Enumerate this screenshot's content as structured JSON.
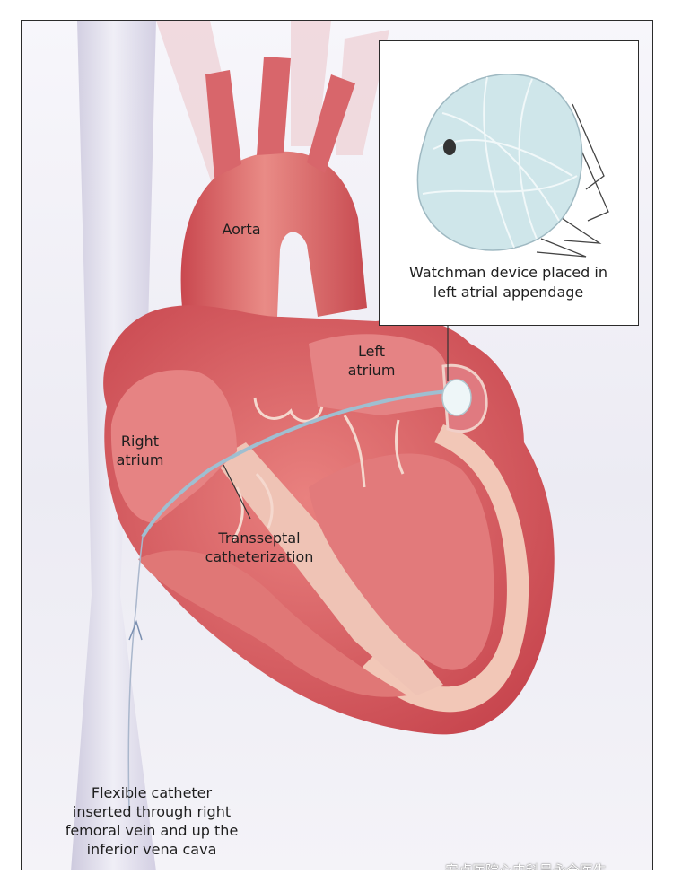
{
  "labels": {
    "aorta": "Aorta",
    "left_atrium": "Left\natrium",
    "right_atrium": "Right\natrium",
    "transseptal": "Transseptal\ncatheterization",
    "catheter": "Flexible catheter\ninserted through right\nfemoral vein and up the\ninferior vena cava"
  },
  "inset": {
    "caption": "Watchman device placed in\nleft atrial appendage"
  },
  "watermark": "安贞医院心内科吴永全医生",
  "colors": {
    "myocardium": "#d9676a",
    "chamber": "#e37b7c",
    "wall_inner": "#f2c7b7",
    "vessel": "#dedbea",
    "device": "#cfe5ea"
  }
}
